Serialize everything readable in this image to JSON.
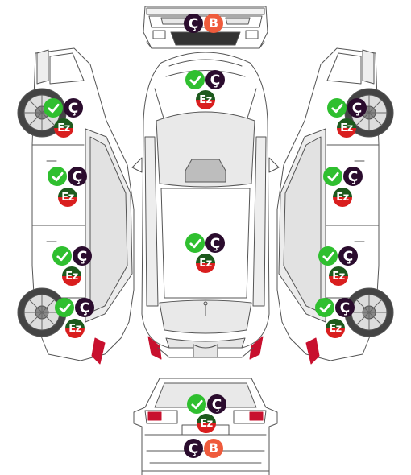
{
  "badge_labels": {
    "check": "",
    "cedilla": "Ç",
    "boya": "B",
    "ez": "Ez"
  },
  "colors": {
    "check": "#2fbf2f",
    "cedilla": "#2b0c2e",
    "boya": "#ef5b3c",
    "ez_top": "#1d5a1d",
    "ez_bottom": "#d91e1e",
    "outline": "#555555",
    "taillight": "#c8102e"
  },
  "panels": [
    {
      "id": "front-bumper",
      "badges": [
        "cedilla",
        "boya"
      ]
    },
    {
      "id": "hood",
      "badges": [
        "check",
        "cedilla",
        "ez"
      ]
    },
    {
      "id": "roof",
      "badges": [
        "check",
        "cedilla",
        "ez"
      ]
    },
    {
      "id": "trunk",
      "badges": [
        "check",
        "cedilla",
        "ez"
      ]
    },
    {
      "id": "rear-bumper",
      "badges": [
        "cedilla",
        "boya"
      ]
    },
    {
      "id": "left-front-fender",
      "badges": [
        "check",
        "cedilla",
        "ez"
      ]
    },
    {
      "id": "left-front-door",
      "badges": [
        "check",
        "cedilla",
        "ez"
      ]
    },
    {
      "id": "left-rear-door",
      "badges": [
        "check",
        "cedilla",
        "ez"
      ]
    },
    {
      "id": "left-rear-fender",
      "badges": [
        "check",
        "cedilla",
        "ez"
      ]
    },
    {
      "id": "right-front-fender",
      "badges": [
        "check",
        "cedilla",
        "ez"
      ]
    },
    {
      "id": "right-front-door",
      "badges": [
        "check",
        "cedilla",
        "ez"
      ]
    },
    {
      "id": "right-rear-door",
      "badges": [
        "check",
        "cedilla",
        "ez"
      ]
    },
    {
      "id": "right-rear-fender",
      "badges": [
        "check",
        "cedilla",
        "ez"
      ]
    }
  ]
}
